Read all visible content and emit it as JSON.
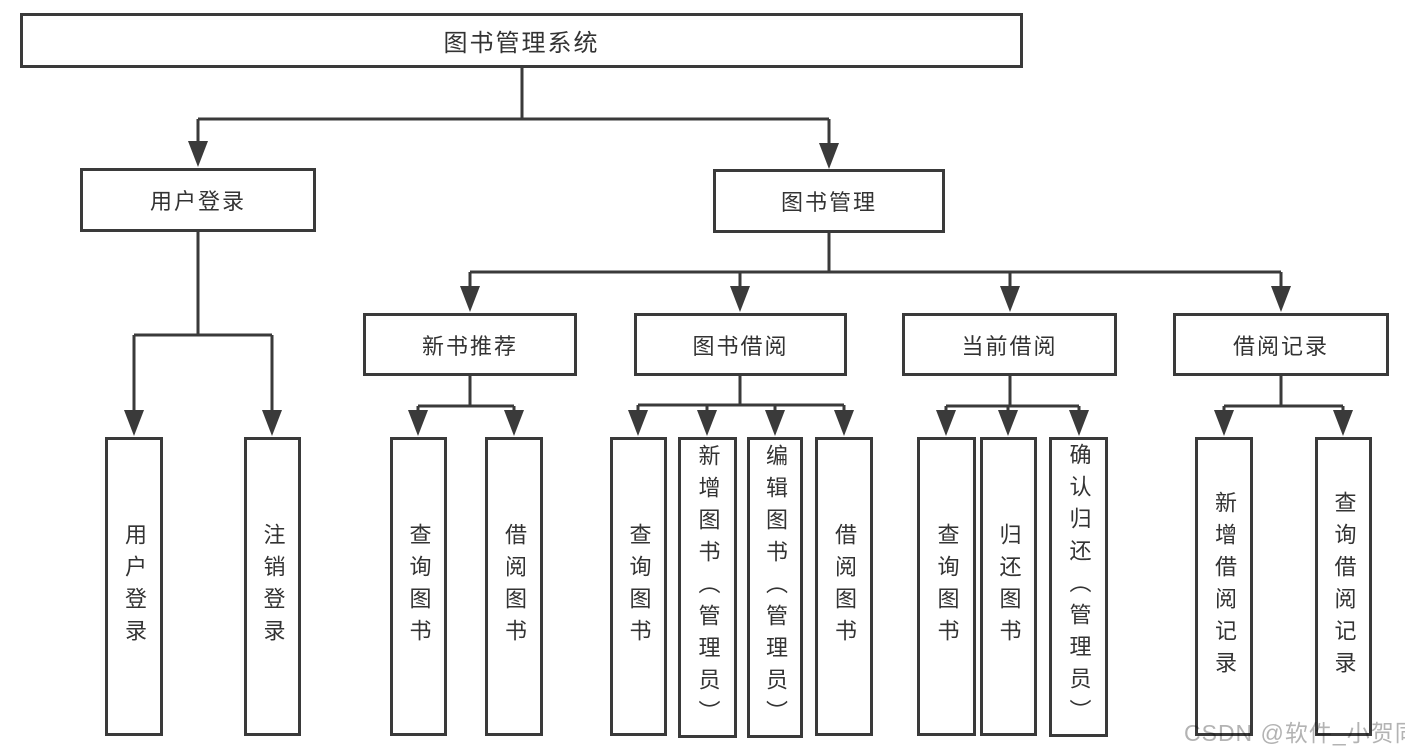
{
  "diagram_title": "图书管理系统",
  "nodes": {
    "root": "图书管理系统",
    "level2": [
      "用户登录",
      "图书管理"
    ],
    "level3": [
      "新书推荐",
      "图书借阅",
      "当前借阅",
      "借阅记录"
    ],
    "leaves": {
      "user_login": [
        "用户登录",
        "注销登录"
      ],
      "new_book": [
        "查询图书",
        "借阅图书"
      ],
      "book_borrow": [
        "查询图书",
        "新增图书（管理员）",
        "编辑图书（管理员）",
        "借阅图书"
      ],
      "current_borrow": [
        "查询图书",
        "归还图书",
        "确认归还（管理员）"
      ],
      "borrow_record": [
        "新增借阅记录",
        "查询借阅记录"
      ]
    }
  },
  "watermark": "CSDN @软件_小贺同学",
  "colors": {
    "line": "#3a3a3a",
    "box_border": "#3a3a3a",
    "box_fill": "#ffffff",
    "text": "#333333",
    "watermark": "#b3b3b3",
    "background": "#ffffff"
  }
}
